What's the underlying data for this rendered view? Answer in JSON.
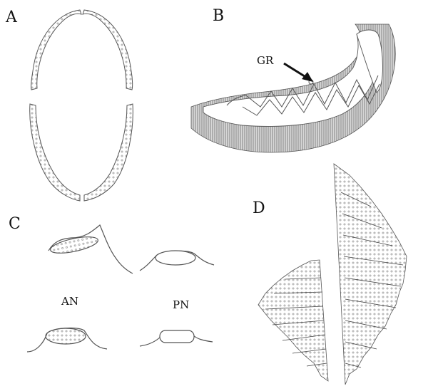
{
  "panels": [
    {
      "letter": "A"
    },
    {
      "letter": "B",
      "annotation": "GR"
    },
    {
      "letter": "C",
      "annotation_left": "AN",
      "annotation_right": "PN"
    },
    {
      "letter": "D"
    }
  ],
  "colors": {
    "ink": "#555555",
    "dark_ink": "#111111",
    "shade": "#8c8c8c",
    "paper": "#ffffff"
  }
}
